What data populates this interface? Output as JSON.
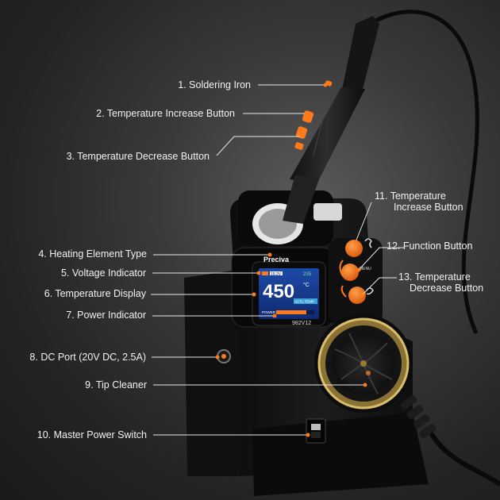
{
  "callouts": [
    {
      "id": "soldering-iron",
      "text": "1. Soldering Iron"
    },
    {
      "id": "temp-increase-iron",
      "text": "2. Temperature Increase Button"
    },
    {
      "id": "temp-decrease-iron",
      "text": "3. Temperature Decrease Button"
    },
    {
      "id": "heating-element-type",
      "text": "4. Heating Element Type"
    },
    {
      "id": "voltage-indicator",
      "text": "5. Voltage Indicator"
    },
    {
      "id": "temperature-display",
      "text": "6. Temperature Display"
    },
    {
      "id": "power-indicator",
      "text": "7. Power Indicator"
    },
    {
      "id": "dc-port",
      "text": "8. DC Port (20V DC, 2.5A)"
    },
    {
      "id": "tip-cleaner",
      "text": "9. Tip Cleaner"
    },
    {
      "id": "master-power-switch",
      "text": "10. Master Power Switch"
    },
    {
      "id": "station-temp-increase",
      "line1": "11. Temperature",
      "line2": "Increase Button"
    },
    {
      "id": "function-button",
      "text": "12. Function Button"
    },
    {
      "id": "station-temp-decrease",
      "line1": "13. Temperature",
      "line2": "Decrease Button"
    }
  ],
  "device": {
    "brand": "Preciva",
    "model": "982V12",
    "menu_label": "MENU"
  },
  "screen": {
    "voltage": "19.2V",
    "set_temp": "235",
    "temp": "450",
    "unit": "°C",
    "mode": "ACTL TEMP.",
    "power_label": "POWER"
  },
  "colors": {
    "accent": "#ff7a1a",
    "screen_bg": "#1a3a8a",
    "brass": "#b89a4a"
  }
}
